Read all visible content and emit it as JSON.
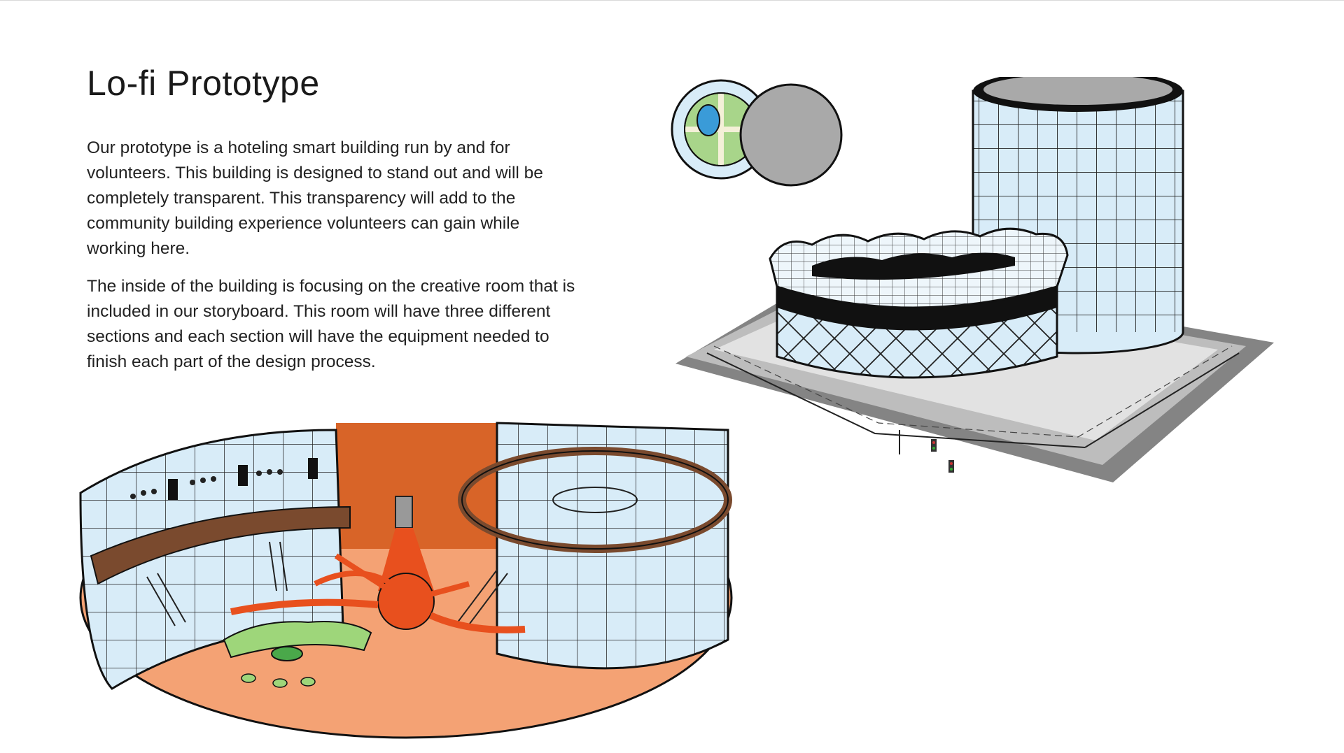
{
  "slide": {
    "title": "Lo-fi Prototype",
    "paragraphs": [
      "Our prototype is a hoteling smart building run by and for volunteers. This building is designed to stand out and will be completely transparent. This transparency will add to the community building experience volunteers can gain while working here.",
      "The inside of the building is focusing on the creative room that is included in our storyboard. This room will have three different sections and each section will have the equipment needed to finish each part of the design process."
    ]
  },
  "illustrations": {
    "building_sketch": {
      "description_icon": "building-exterior-icon",
      "glass_color": "#d8ecf8",
      "roof_color": "#a9a9a9",
      "ground_color": "#7f7f7f",
      "park_green": "#a8d58a",
      "pond_blue": "#3a9bd8"
    },
    "room_sketch": {
      "description_icon": "creative-room-interior-icon",
      "floor_color": "#f4a274",
      "wall_color": "#d86428",
      "hub_color": "#e8501e",
      "railing_color": "#7a4a2e",
      "couch_color": "#9ed67a"
    }
  }
}
